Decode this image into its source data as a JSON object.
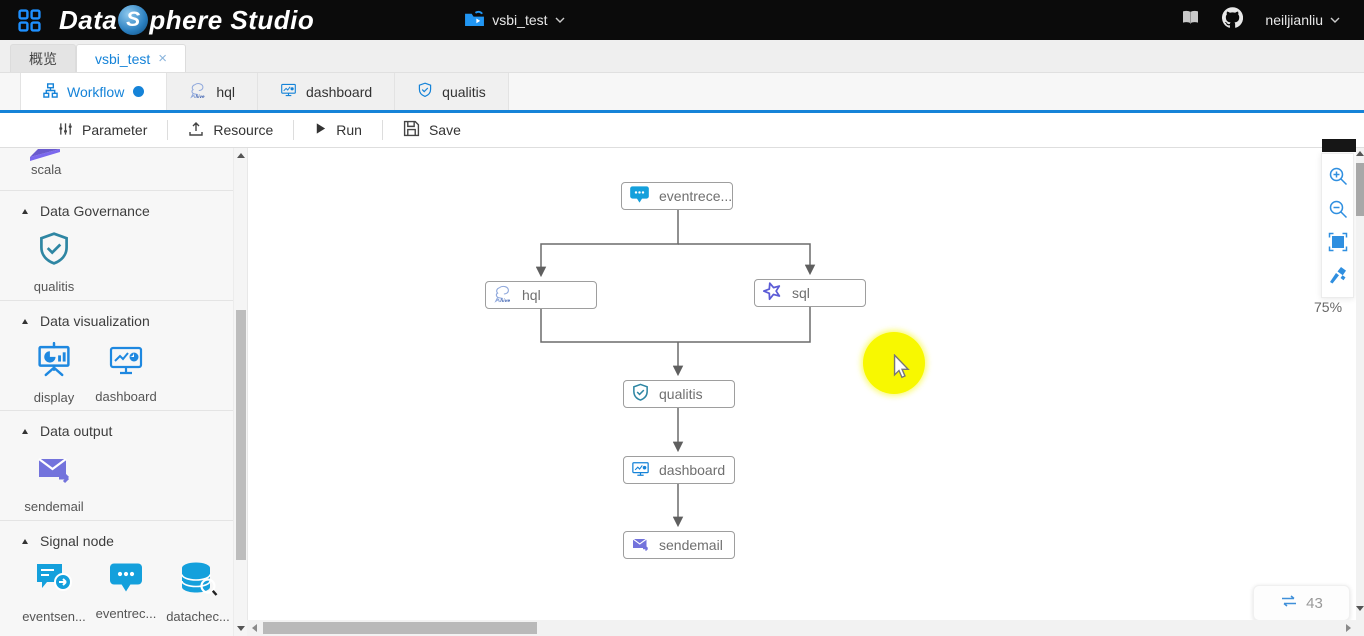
{
  "colors": {
    "accent_blue": "#1583d8",
    "icon_blue": "#14a0dc",
    "purple": "#6f6fd8",
    "teal": "#2e86a3",
    "highlight_yellow": "#f8f800",
    "header_bg": "#0b0b0b"
  },
  "header": {
    "logo_part1": "Data",
    "logo_sphere": "S",
    "logo_part2": "phere Studio",
    "project_name": "vsbi_test",
    "username": "neiljianliu"
  },
  "primary_tabs": {
    "overview_label": "概览",
    "workspace_label": "vsbi_test",
    "close_glyph": "×"
  },
  "secondary_tabs": {
    "workflow_label": "Workflow",
    "hql_label": "hql",
    "dashboard_label": "dashboard",
    "qualitis_label": "qualitis"
  },
  "toolbar": {
    "parameter_label": "Parameter",
    "resource_label": "Resource",
    "run_label": "Run",
    "save_label": "Save"
  },
  "sidebar": {
    "scala_label": "scala",
    "sections": [
      {
        "title": "Data Governance",
        "items": [
          {
            "label": "qualitis"
          }
        ]
      },
      {
        "title": "Data visualization",
        "items": [
          {
            "label": "display"
          },
          {
            "label": "dashboard"
          }
        ]
      },
      {
        "title": "Data output",
        "items": [
          {
            "label": "sendemail"
          }
        ]
      },
      {
        "title": "Signal node",
        "items": [
          {
            "label": "eventsen..."
          },
          {
            "label": "eventrec..."
          },
          {
            "label": "datachec..."
          }
        ]
      }
    ]
  },
  "canvas": {
    "nodes": [
      {
        "label": "eventrece..."
      },
      {
        "label": "hql"
      },
      {
        "label": "sql"
      },
      {
        "label": "qualitis"
      },
      {
        "label": "dashboard"
      },
      {
        "label": "sendemail"
      }
    ],
    "zoom_level": "75%",
    "counter": "43"
  }
}
